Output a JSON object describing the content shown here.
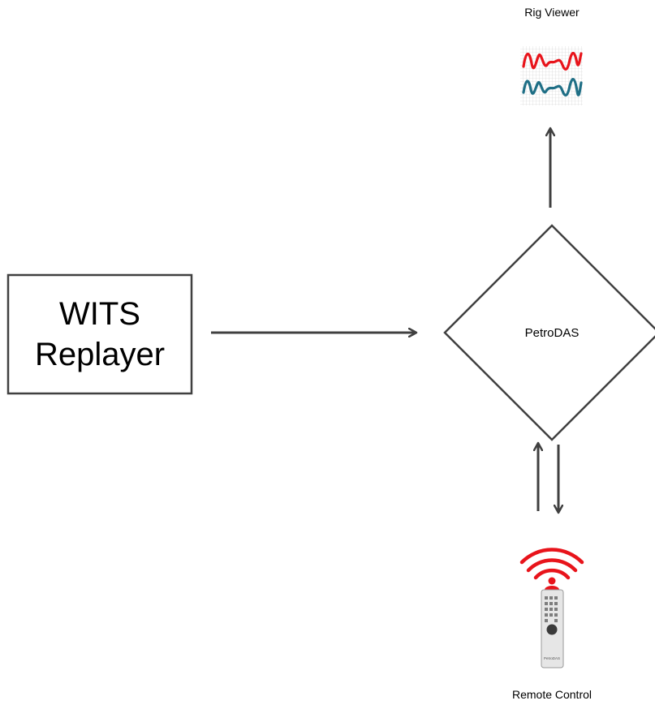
{
  "nodes": {
    "wits_replayer": {
      "line1": "WITS",
      "line2": "Replayer"
    },
    "petrodas": {
      "label": "PetroDAS"
    },
    "rig_viewer": {
      "label": "Rig Viewer",
      "icon": "waveform-chart-icon"
    },
    "remote_control": {
      "label": "Remote Control",
      "icon": "remote-control-icon",
      "badge": "PetroDAS"
    }
  },
  "colors": {
    "line": "#404040",
    "wave_red": "#e8141b",
    "wave_teal": "#1f6f86",
    "signal_red": "#e8141b",
    "remote_body": "#e6e6e6"
  }
}
